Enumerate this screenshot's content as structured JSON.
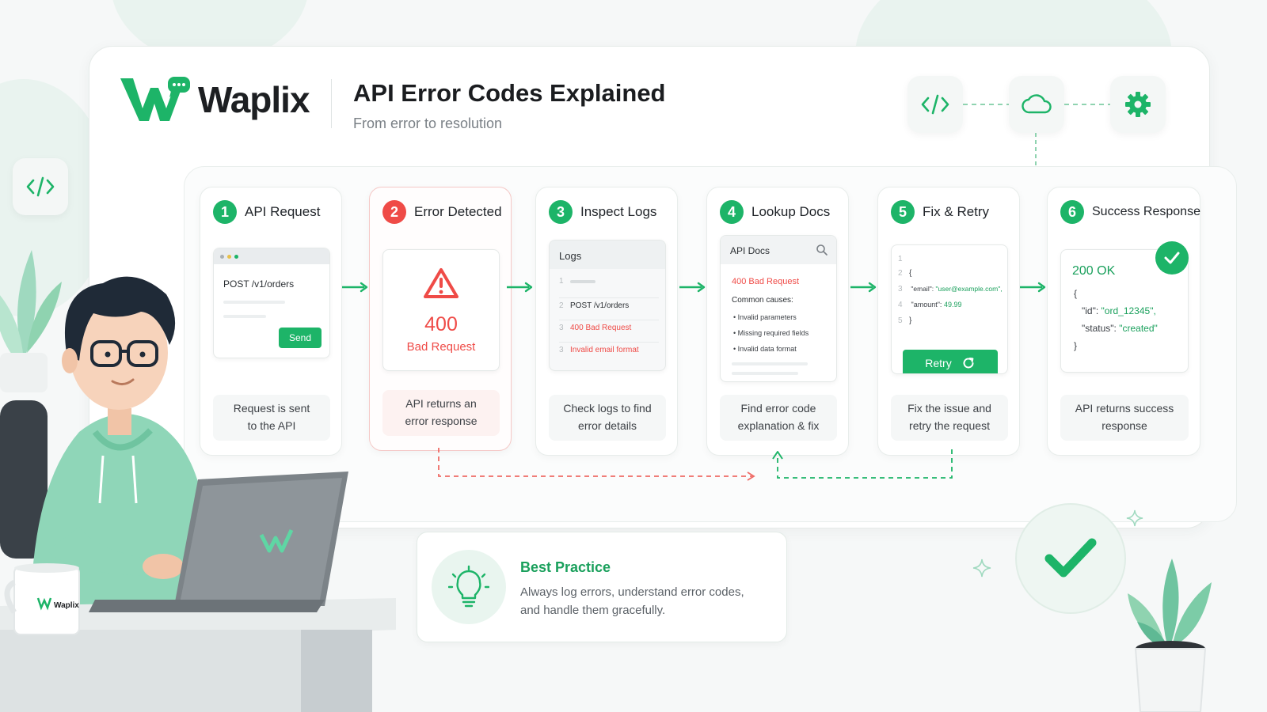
{
  "brand": {
    "name": "Waplix",
    "mug_label": "Waplix"
  },
  "header": {
    "title": "API Error Codes Explained",
    "subtitle": "From error to resolution"
  },
  "icons": {
    "top": [
      "code-icon",
      "cloud-icon",
      "gear-icon"
    ],
    "side": "code-icon"
  },
  "colors": {
    "accent": "#1db468",
    "error": "#ef4b47",
    "text": "#1f2328"
  },
  "steps": [
    {
      "num": "1",
      "title": "API Request",
      "request": "POST /v1/orders",
      "button": "Send",
      "desc_line1": "Request is sent",
      "desc_line2": "to the API"
    },
    {
      "num": "2",
      "title": "Error Detected",
      "code": "400",
      "status": "Bad Request",
      "desc_line1": "API returns an",
      "desc_line2": "error response"
    },
    {
      "num": "3",
      "title": "Inspect Logs",
      "panel_title": "Logs",
      "lines": [
        {
          "n": "1",
          "text": ""
        },
        {
          "n": "2",
          "text": "POST /v1/orders"
        },
        {
          "n": "3",
          "text": "400 Bad Request"
        },
        {
          "n": "3",
          "text": "Invalid email format"
        }
      ],
      "desc_line1": "Check logs to find",
      "desc_line2": "error details"
    },
    {
      "num": "4",
      "title": "Lookup Docs",
      "panel_title": "API Docs",
      "error": "400 Bad Request",
      "causes_title": "Common causes:",
      "causes": [
        "Invalid parameters",
        "Missing required fields",
        "Invalid data format"
      ],
      "desc_line1": "Find error code",
      "desc_line2": "explanation & fix"
    },
    {
      "num": "5",
      "title": "Fix & Retry",
      "code": {
        "ln": [
          "1",
          "2",
          "3",
          "4",
          "5"
        ],
        "open": "{",
        "email_key": "\"email\":",
        "email_val": "\"user@example.com\",",
        "amount_key": "\"amount\":",
        "amount_val": "49.99",
        "close": "}"
      },
      "button": "Retry",
      "desc_line1": "Fix the issue and",
      "desc_line2": "retry the request"
    },
    {
      "num": "6",
      "title": "Success Response",
      "status": "200 OK",
      "json": {
        "open": "{",
        "id_key": "\"id\":",
        "id_val": "\"ord_12345\",",
        "status_key": "\"status\":",
        "status_val": "\"created\"",
        "close": "}"
      },
      "desc_line1": "API returns success",
      "desc_line2": "response"
    }
  ],
  "best_practice": {
    "title": "Best Practice",
    "line1": "Always log errors, understand error codes,",
    "line2": "and handle them gracefully."
  }
}
